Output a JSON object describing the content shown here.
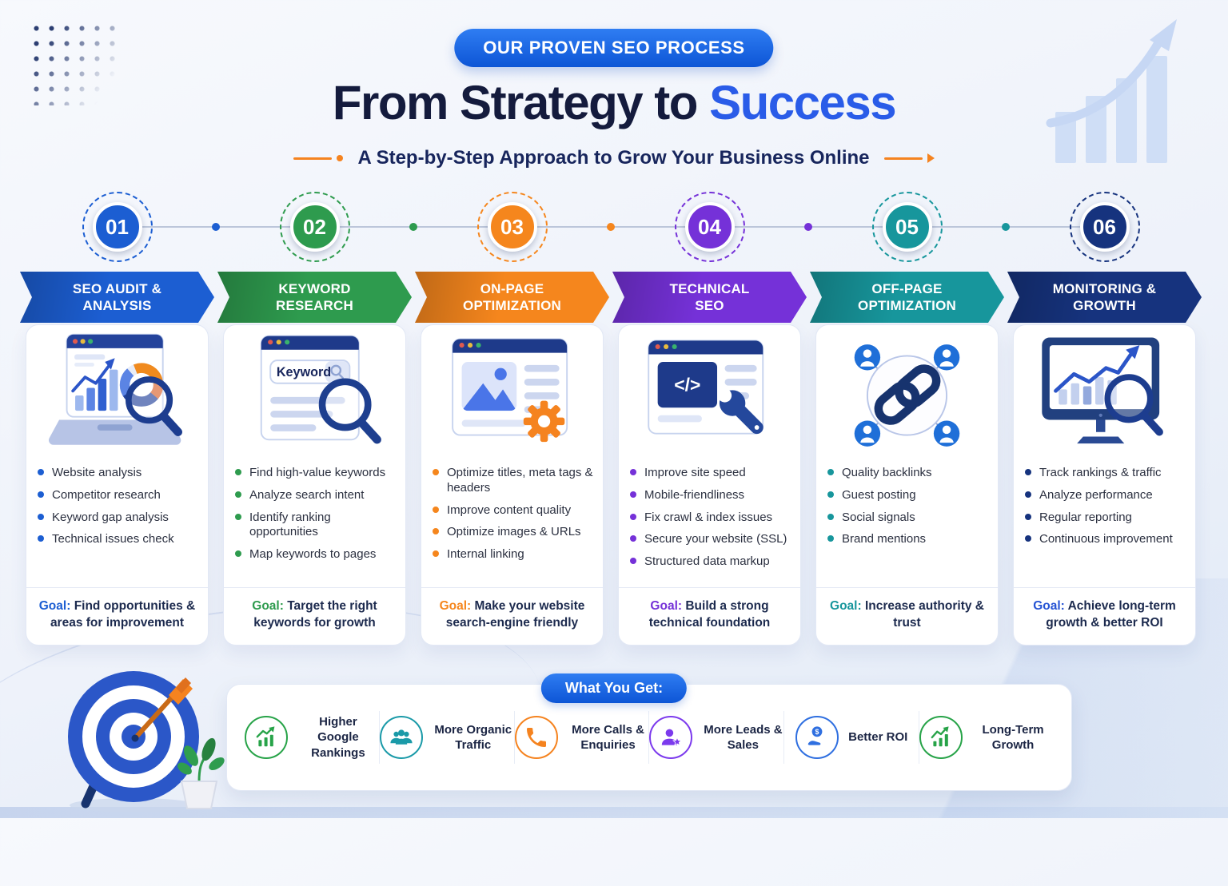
{
  "colors": {
    "page_navy": "#141b3d",
    "accent_blue": "#2a5ce8",
    "orange": "#f5831f",
    "badge_blue_top": "#2f7df2",
    "badge_blue_bottom": "#0d55d6"
  },
  "header": {
    "badge": "OUR PROVEN SEO PROCESS",
    "title_prefix": "From Strategy to",
    "title_accent": "Success",
    "subtitle": "A Step-by-Step Approach to Grow Your Business Online"
  },
  "steps": [
    {
      "number": "01",
      "title": "SEO AUDIT &\nANALYSIS",
      "color": "#1c5ed2",
      "goal_color": "#1c5ed2",
      "icon": "laptop-analytics-icon",
      "items": [
        "Website analysis",
        "Competitor research",
        "Keyword gap analysis",
        "Technical issues check"
      ],
      "goal_label": "Goal:",
      "goal": "Find opportunities & areas for improvement"
    },
    {
      "number": "02",
      "title": "KEYWORD\nRESEARCH",
      "color": "#2e9b4e",
      "goal_color": "#2e9b4e",
      "icon": "keyword-search-icon",
      "search_text": "Keyword",
      "items": [
        "Find high-value keywords",
        "Analyze search intent",
        "Identify ranking opportunities",
        "Map keywords to pages"
      ],
      "goal_label": "Goal:",
      "goal": "Target the right keywords for growth"
    },
    {
      "number": "03",
      "title": "ON-PAGE\nOPTIMIZATION",
      "color": "#f5861d",
      "goal_color": "#f5861d",
      "icon": "page-gear-icon",
      "items": [
        "Optimize titles, meta tags & headers",
        "Improve content quality",
        "Optimize images & URLs",
        "Internal linking"
      ],
      "goal_label": "Goal:",
      "goal": "Make your website search-engine friendly"
    },
    {
      "number": "04",
      "title": "TECHNICAL\nSEO",
      "color": "#7531d8",
      "goal_color": "#7531d8",
      "icon": "code-wrench-icon",
      "code_text": "</>",
      "items": [
        "Improve site speed",
        "Mobile-friendliness",
        "Fix crawl & index issues",
        "Secure your website (SSL)",
        "Structured data markup"
      ],
      "goal_label": "Goal:",
      "goal": "Build a strong technical foundation"
    },
    {
      "number": "05",
      "title": "OFF-PAGE\nOPTIMIZATION",
      "color": "#17969c",
      "goal_color": "#17969c",
      "icon": "backlinks-icon",
      "items": [
        "Quality backlinks",
        "Guest posting",
        "Social signals",
        "Brand mentions"
      ],
      "goal_label": "Goal:",
      "goal": "Increase authority & trust"
    },
    {
      "number": "06",
      "title": "MONITORING &\nGROWTH",
      "color": "#16337e",
      "goal_color": "#2553d4",
      "icon": "monitor-analytics-icon",
      "items": [
        "Track rankings & traffic",
        "Analyze performance",
        "Regular reporting",
        "Continuous improvement"
      ],
      "goal_label": "Goal:",
      "goal": "Achieve long-term growth & better ROI"
    }
  ],
  "footer": {
    "badge": "What You Get:",
    "benefits": [
      {
        "label": "Higher Google Rankings",
        "color": "#27a348",
        "icon": "rankings-chart-icon"
      },
      {
        "label": "More Organic Traffic",
        "color": "#1a9aa8",
        "icon": "people-icon"
      },
      {
        "label": "More Calls & Enquiries",
        "color": "#f5831f",
        "icon": "phone-icon"
      },
      {
        "label": "More Leads & Sales",
        "color": "#7c3aed",
        "icon": "person-star-icon"
      },
      {
        "label": "Better ROI",
        "color": "#2f6fe0",
        "icon": "dollar-hand-icon"
      },
      {
        "label": "Long-Term Growth",
        "color": "#27a348",
        "icon": "growth-arrow-icon"
      }
    ]
  }
}
